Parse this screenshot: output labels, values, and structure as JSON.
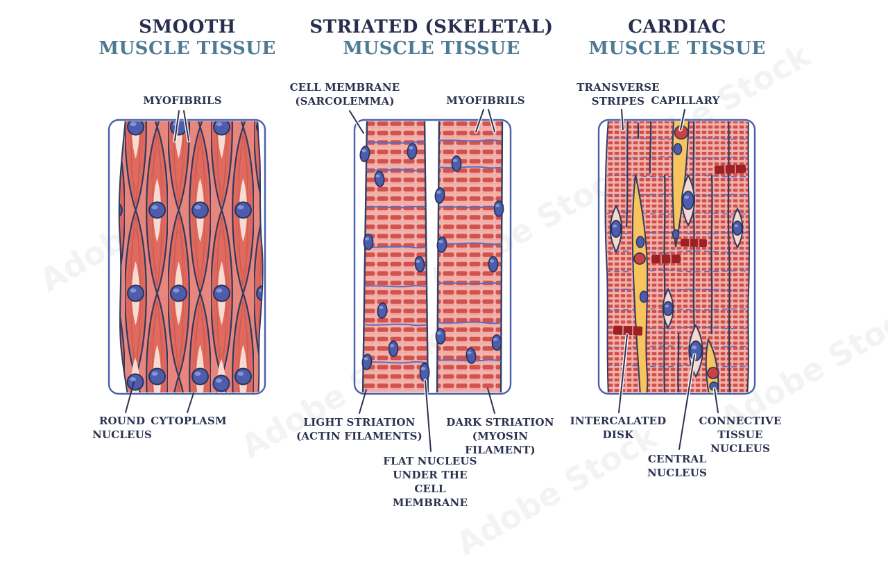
{
  "watermark": {
    "text": "Adobe Stock"
  },
  "colors": {
    "title_main": "#272e4e",
    "title_sub": "#4f7a94",
    "label_text": "#2b3150",
    "panel_border": "#4a60a8",
    "cell_red": "#e06a60",
    "light_pink": "#f8dbd0",
    "striation_pink": "#f3b2ac",
    "striation_red": "#d2524d",
    "nucleus_blue": "#4d5dab",
    "line_blue": "#5b6dc1",
    "capillary_yellow": "#f7c45e",
    "rbc_red": "#cc4242",
    "disk_maroon": "#9c2024",
    "outline_navy": "#2e3a60"
  },
  "panels": [
    {
      "id": "smooth",
      "title_line1": "SMOOTH",
      "title_line2": "MUSCLE TISSUE",
      "labels": {
        "myofibrils": "MYOFIBRILS",
        "round_nucleus": "ROUND NUCLEUS",
        "cytoplasm": "CYTOPLASM"
      }
    },
    {
      "id": "striated-skeletal",
      "title_line1": "STRIATED (SKELETAL)",
      "title_line2": "MUSCLE TISSUE",
      "labels": {
        "cell_membrane": "CELL MEMBRANE (SARCOLEMMA)",
        "myofibrils": "MYOFIBRILS",
        "light_striation": "LIGHT STRIATION (ACTIN FILAMENTS)",
        "dark_striation": "DARK STRIATION (MYOSIN FILAMENT)",
        "flat_nucleus": "FLAT NUCLEUS UNDER THE CELL MEMBRANE"
      }
    },
    {
      "id": "cardiac",
      "title_line1": "CARDIAC",
      "title_line2": "MUSCLE TISSUE",
      "labels": {
        "transverse_stripes": "TRANSVERSE STRIPES",
        "capillary": "CAPILLARY",
        "intercalated_disk": "INTERCALATED DISK",
        "central_nucleus": "CENTRAL NUCLEUS",
        "connective_tissue_nucleus": "CONNECTIVE TISSUE NUCLEUS"
      }
    }
  ]
}
